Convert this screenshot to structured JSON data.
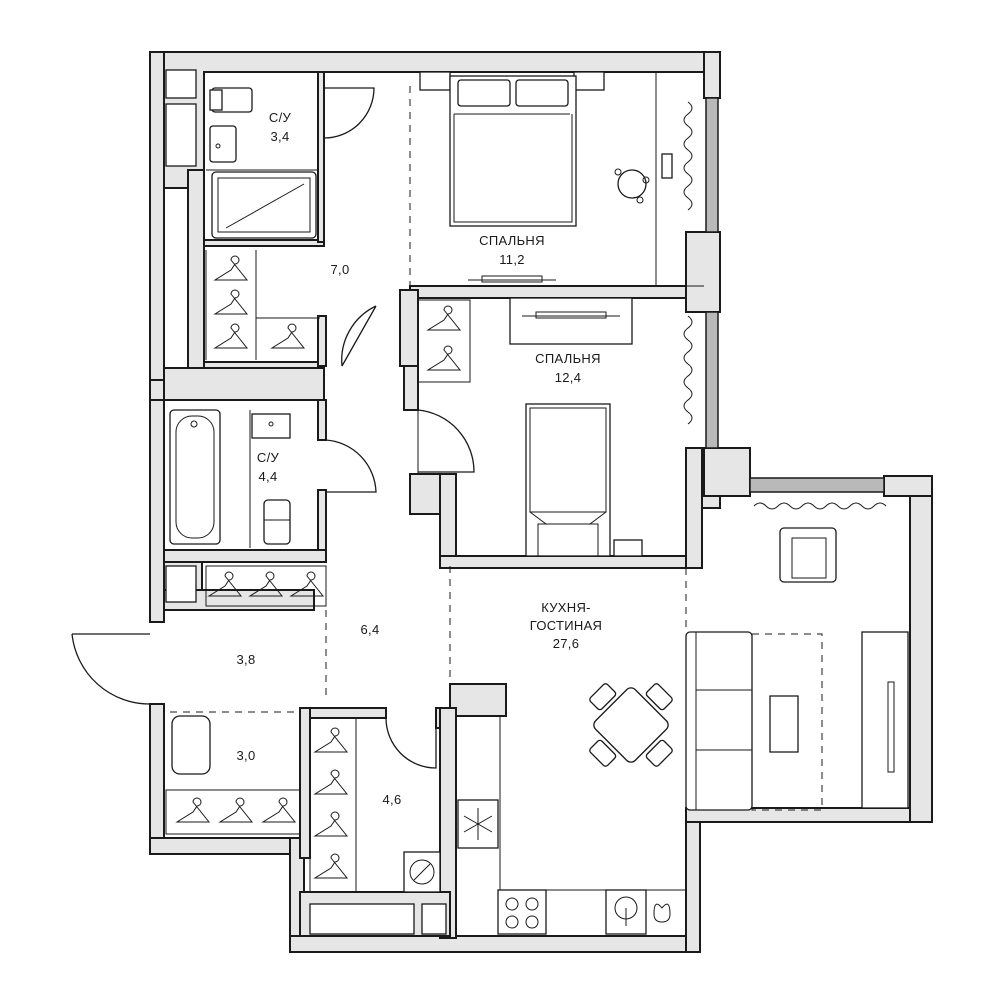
{
  "rooms": [
    {
      "id": "bath1",
      "name": "С/У",
      "area": "3,4"
    },
    {
      "id": "bedroom1",
      "name": "СПАЛЬНЯ",
      "area": "11,2"
    },
    {
      "id": "corridor-upper",
      "name": "",
      "area": "7,0"
    },
    {
      "id": "bedroom2",
      "name": "СПАЛЬНЯ",
      "area": "12,4"
    },
    {
      "id": "bath2",
      "name": "С/У",
      "area": "4,4"
    },
    {
      "id": "hall",
      "name": "",
      "area": "6,4"
    },
    {
      "id": "kitchen",
      "name": "КУХНЯ-",
      "name2": "ГОСТИНАЯ",
      "area": "27,6"
    },
    {
      "id": "entrance",
      "name": "",
      "area": "3,8"
    },
    {
      "id": "wardrobe",
      "name": "",
      "area": "3,0"
    },
    {
      "id": "storage",
      "name": "",
      "area": "4,6"
    }
  ],
  "colors": {
    "wall_fill": "#e6e6e6",
    "line": "#1a1a1a",
    "window": "#b9b9b9"
  }
}
